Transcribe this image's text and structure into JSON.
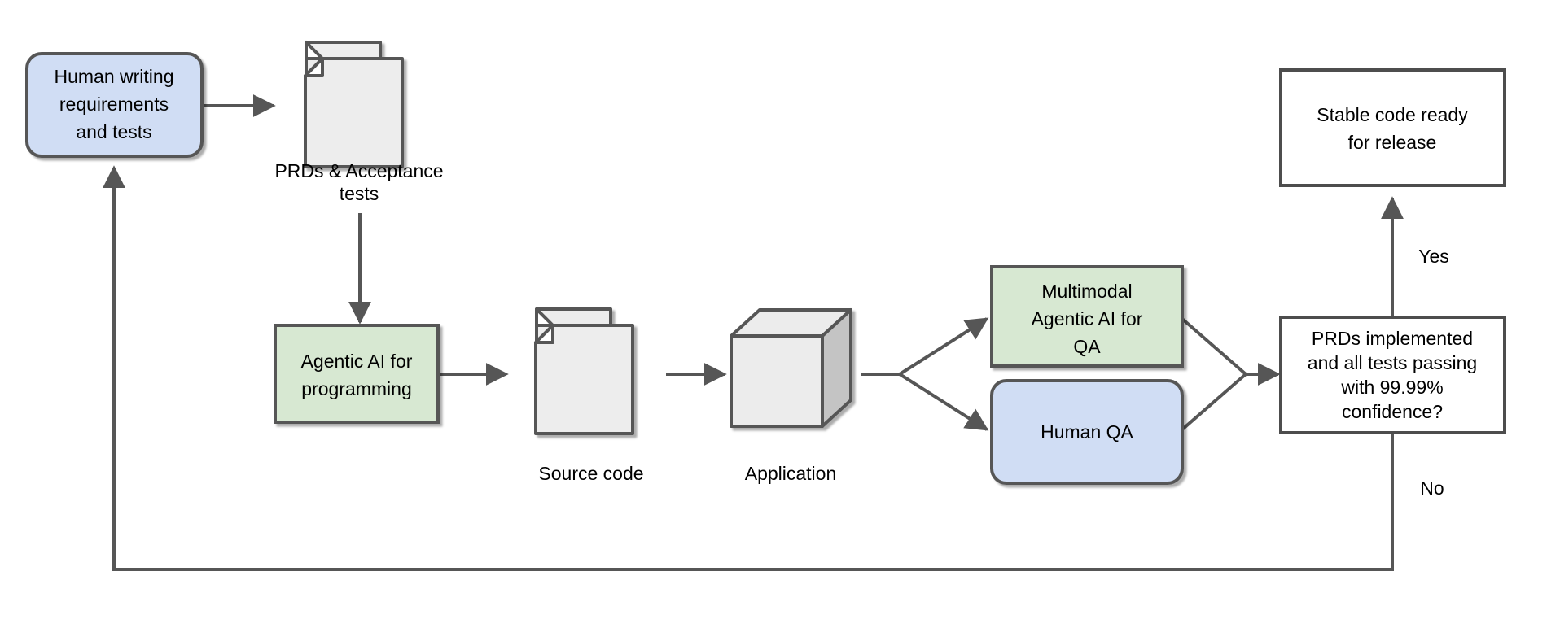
{
  "diagram": {
    "title": "AI-assisted software development lifecycle flowchart",
    "colors": {
      "blue_fill": "#d0ddf4",
      "green_fill": "#d7e8d2",
      "white_fill": "#ffffff",
      "doc_fill": "#ededed",
      "cube_top_fill": "#ececec",
      "cube_side_fill": "#c4c4c4",
      "stroke": "#565656",
      "decision_stroke": "#4d4d4d",
      "text": "#000000",
      "background": "#ffffff"
    },
    "nodes": [
      {
        "id": "human-writing",
        "shape": "rounded-rect",
        "fill": "blue",
        "lines": [
          "Human writing",
          "requirements",
          "and tests"
        ]
      },
      {
        "id": "prds-docs",
        "shape": "document-stack",
        "fill": "doc",
        "caption_lines": [
          "PRDs & Acceptance",
          "tests"
        ]
      },
      {
        "id": "agentic-ai-programming",
        "shape": "rect",
        "fill": "green",
        "lines": [
          "Agentic AI for",
          "programming"
        ]
      },
      {
        "id": "source-code-docs",
        "shape": "document-stack",
        "fill": "doc",
        "caption_lines": [
          "Source code"
        ]
      },
      {
        "id": "application-cube",
        "shape": "cube",
        "fill": "doc",
        "caption_lines": [
          "Application"
        ]
      },
      {
        "id": "multimodal-agentic-ai-qa",
        "shape": "rect",
        "fill": "green",
        "lines": [
          "Multimodal",
          "Agentic AI for",
          "QA"
        ]
      },
      {
        "id": "human-qa",
        "shape": "rounded-rect",
        "fill": "blue",
        "lines": [
          "Human QA"
        ]
      },
      {
        "id": "prds-implemented-decision",
        "shape": "rect",
        "fill": "white",
        "lines": [
          "PRDs implemented",
          "and all tests passing",
          "with 99.99%",
          "confidence?"
        ]
      },
      {
        "id": "stable-code-ready",
        "shape": "rect",
        "fill": "white",
        "lines": [
          "Stable code ready",
          "for release"
        ]
      }
    ],
    "edge_labels": {
      "yes": "Yes",
      "no": "No"
    },
    "text": {
      "human_writing_l1": "Human writing",
      "human_writing_l2": "requirements",
      "human_writing_l3": "and tests",
      "prds_caption_l1": "PRDs & Acceptance",
      "prds_caption_l2": "tests",
      "agentic_programming_l1": "Agentic AI for",
      "agentic_programming_l2": "programming",
      "source_code_caption": "Source code",
      "application_caption": "Application",
      "multimodal_l1": "Multimodal",
      "multimodal_l2": "Agentic AI for",
      "multimodal_l3": "QA",
      "human_qa": "Human QA",
      "decision_l1": "PRDs implemented",
      "decision_l2": "and all tests passing",
      "decision_l3": "with 99.99%",
      "decision_l4": "confidence?",
      "stable_l1": "Stable code ready",
      "stable_l2": "for release",
      "yes_label": "Yes",
      "no_label": "No"
    }
  }
}
